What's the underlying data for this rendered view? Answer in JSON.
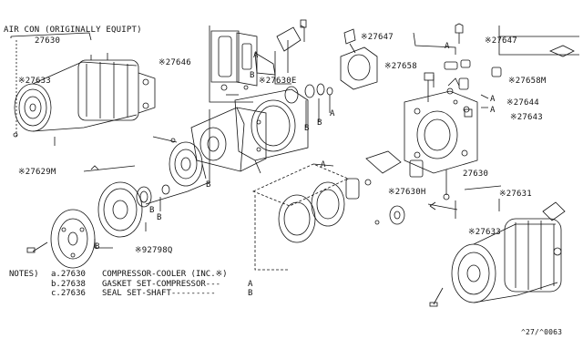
{
  "header": {
    "title": "AIR CON (ORIGINALLY EQUIPT)",
    "main_part": "27630"
  },
  "callouts": {
    "c27633_left": "※27633",
    "c27646": "※27646",
    "c27630E": "※27630E",
    "c27647_mid": "※27647",
    "c27647_right": "※27647",
    "c27658": "※27658",
    "c27658M": "※27658M",
    "c27644": "※27644",
    "c27643": "※27643",
    "c27629M": "※27629M",
    "c27630H": "※27630H",
    "c27630_right": "27630",
    "c27631": "※27631",
    "c27633_right": "※27633",
    "c92798Q": "※92798Q"
  },
  "markers": {
    "a": "A",
    "b": "B"
  },
  "notes": {
    "heading": "NOTES)",
    "rows": [
      {
        "key": "a.27630",
        "desc": "COMPRESSOR-COOLER (INC.※)",
        "ref": ""
      },
      {
        "key": "b.27638",
        "desc": "GASKET SET-COMPRESSOR---",
        "ref": "A"
      },
      {
        "key": "c.27636",
        "desc": "SEAL SET-SHAFT---------",
        "ref": "B"
      }
    ]
  },
  "footer": {
    "code": "^27/^0063"
  },
  "colors": {
    "ink": "#111111",
    "background": "#ffffff"
  }
}
